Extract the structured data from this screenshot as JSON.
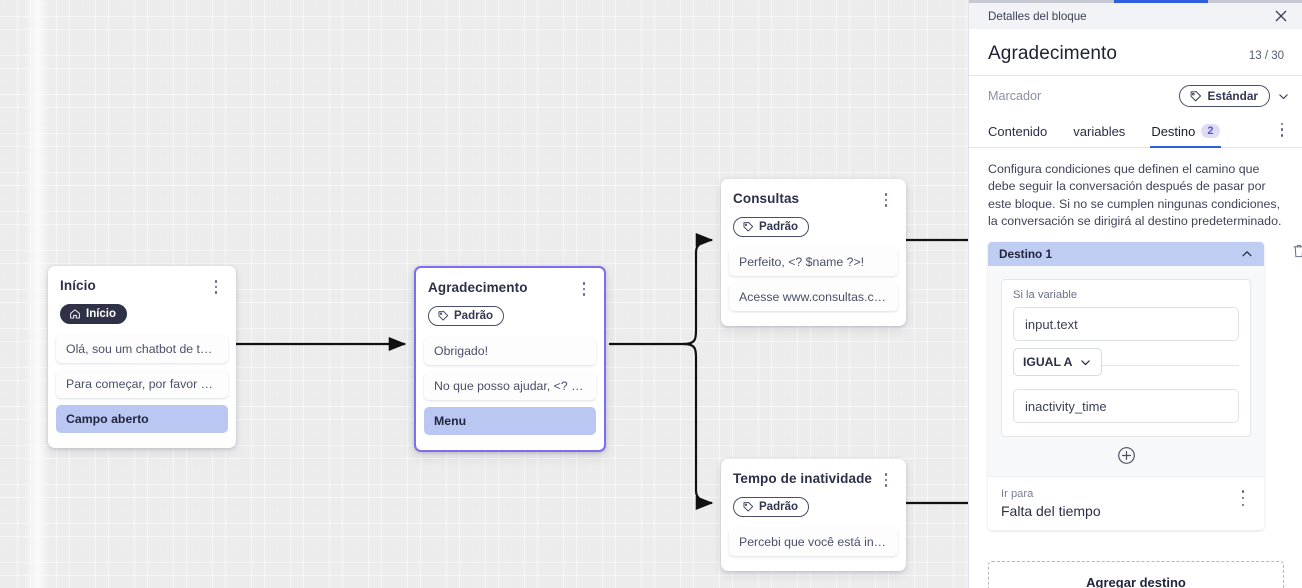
{
  "canvas": {
    "nodes": [
      {
        "title": "Início",
        "tag": "Início",
        "tag_style": "dark",
        "tag_icon": "home-icon",
        "messages": [
          {
            "text": "Olá, sou um chatbot de teste!",
            "highlight": false
          },
          {
            "text": "Para começar, por favor digite o ...",
            "highlight": false
          },
          {
            "text": "Campo aberto",
            "highlight": true
          }
        ]
      },
      {
        "title": "Agradecimento",
        "tag": "Padrão",
        "tag_style": "outline",
        "tag_icon": "tag-icon",
        "messages": [
          {
            "text": "Obrigado!",
            "highlight": false
          },
          {
            "text": "No que posso ajudar, <? $name ...",
            "highlight": false
          },
          {
            "text": "Menu",
            "highlight": true
          }
        ]
      },
      {
        "title": "Consultas",
        "tag": "Padrão",
        "tag_style": "outline",
        "tag_icon": "tag-icon",
        "messages": [
          {
            "text": "Perfeito, <? $name ?>!",
            "highlight": false
          },
          {
            "text": "Acesse www.consultas.com par...",
            "highlight": false
          }
        ]
      },
      {
        "title": "Tempo de inatividade",
        "tag": "Padrão",
        "tag_style": "outline",
        "tag_icon": "tag-icon",
        "messages": [
          {
            "text": "Percebi que você está inativo. C...",
            "highlight": false
          }
        ]
      }
    ]
  },
  "panel": {
    "header_title": "Detalles del bloque",
    "close_icon": "close-icon",
    "block_title": "Agradecimento",
    "char_count": "13 / 30",
    "marker_label": "Marcador",
    "marker_value": "Estándar",
    "marker_icon": "tag-icon",
    "marker_chevron": "chevron-down-icon",
    "tabs": [
      {
        "label": "Contenido",
        "badge": "",
        "active": false
      },
      {
        "label": "variables",
        "badge": "",
        "active": false
      },
      {
        "label": "Destino",
        "badge": "2",
        "active": true
      }
    ],
    "overflow_icon": "kebab-menu-icon",
    "description": "Configura condiciones que definen el camino que debe seguir la conversación después de pasar por este bloque. Si no se cumplen ningunas condiciones, la conversación se dirigirá al destino predeterminado.",
    "destination": {
      "header": "Destino 1",
      "collapse_icon": "chevron-up-icon",
      "delete_icon": "trash-icon",
      "condition_label": "Si la variable",
      "variable_value": "input.text",
      "operator": "IGUAL A",
      "operator_chevron": "chevron-down-icon",
      "comparison_value": "inactivity_time",
      "add_condition_icon": "plus-circle-icon",
      "goto_label": "Ir para",
      "goto_value": "Falta del tiempo",
      "goto_menu_icon": "kebab-menu-icon"
    },
    "add_destination_label": "Agregar destino"
  },
  "colors": {
    "accent_blue": "#2f5fe0",
    "node_selected": "#7c6ef0",
    "highlight_msg": "#b9c7f2",
    "destination_header": "#bfcdf2",
    "badge_bg": "#dcdcf7",
    "badge_text": "#5a52cf"
  }
}
